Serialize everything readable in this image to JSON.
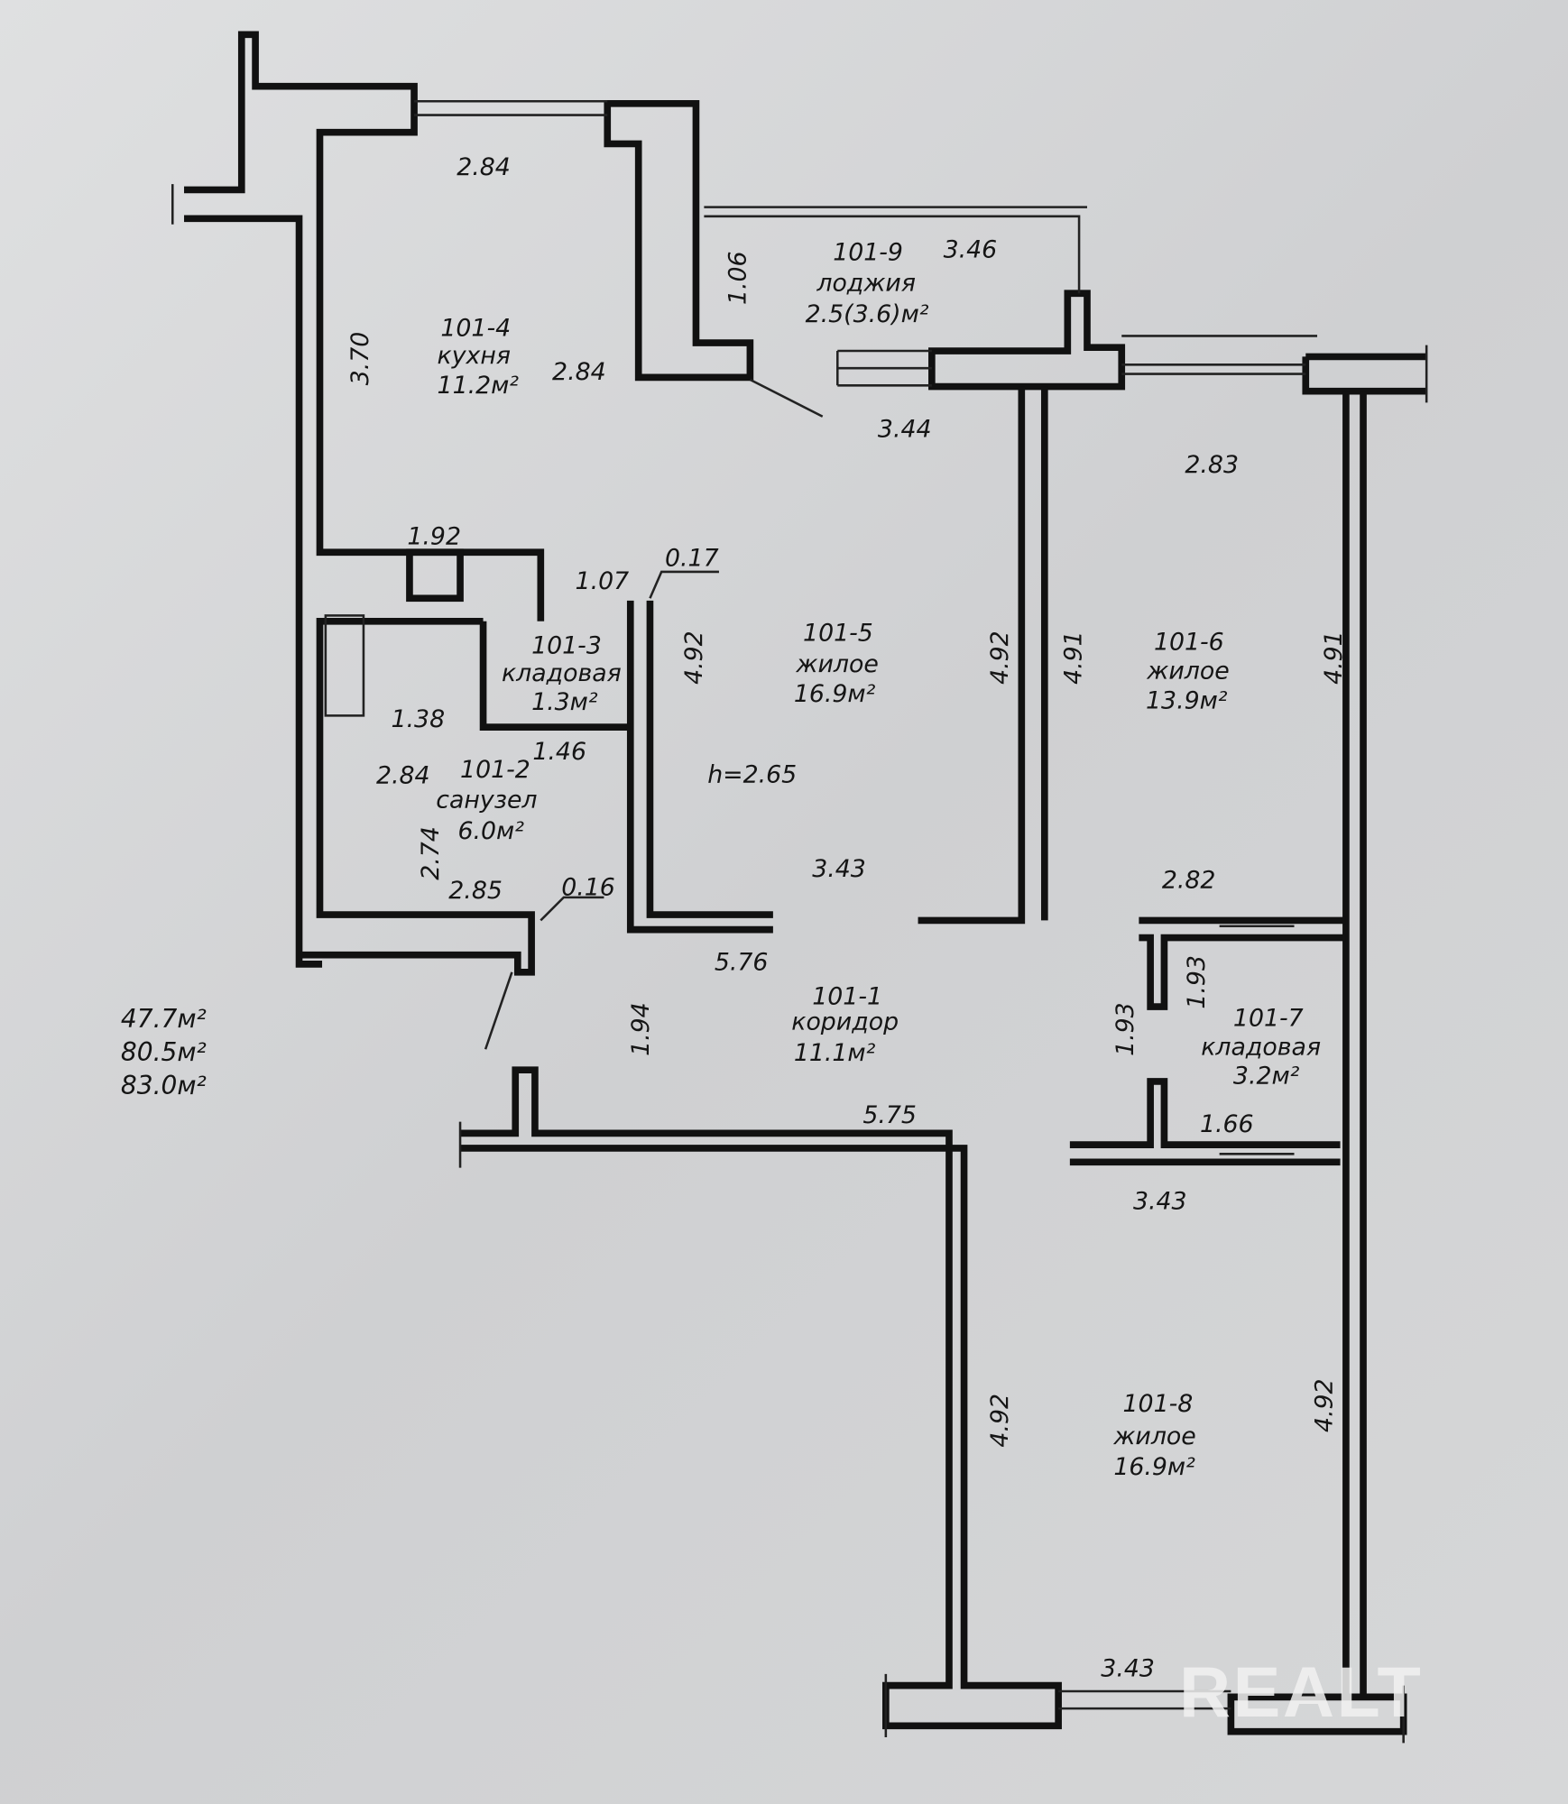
{
  "rooms": [
    {
      "id": "101-1",
      "name": "коридор",
      "area": "11.1м²"
    },
    {
      "id": "101-2",
      "name": "санузел",
      "area": "6.0м²"
    },
    {
      "id": "101-3",
      "name": "кладовая",
      "area": "1.3м²"
    },
    {
      "id": "101-4",
      "name": "кухня",
      "area": "11.2м²"
    },
    {
      "id": "101-5",
      "name": "жилое",
      "area": "16.9м²"
    },
    {
      "id": "101-6",
      "name": "жилое",
      "area": "13.9м²"
    },
    {
      "id": "101-7",
      "name": "кладовая",
      "area": "3.2м²"
    },
    {
      "id": "101-8",
      "name": "жилое",
      "area": "16.9м²"
    },
    {
      "id": "101-9",
      "name": "лоджия",
      "area": "2.5(3.6)м²"
    }
  ],
  "ceiling_height": "h=2.65",
  "totals": [
    "47.7м²",
    "80.5м²",
    "83.0м²"
  ],
  "dimensions": [
    "2.84",
    "2.84",
    "3.70",
    "1.06",
    "3.46",
    "3.44",
    "2.83",
    "1.92",
    "1.07",
    "0.17",
    "4.92",
    "4.92",
    "4.91",
    "4.91",
    "1.38",
    "1.46",
    "2.84",
    "2.74",
    "2.85",
    "0.16",
    "3.43",
    "2.82",
    "5.76",
    "1.94",
    "1.93",
    "1.93",
    "5.75",
    "1.66",
    "3.43",
    "4.92",
    "4.92",
    "3.43"
  ],
  "watermark": "REALT"
}
